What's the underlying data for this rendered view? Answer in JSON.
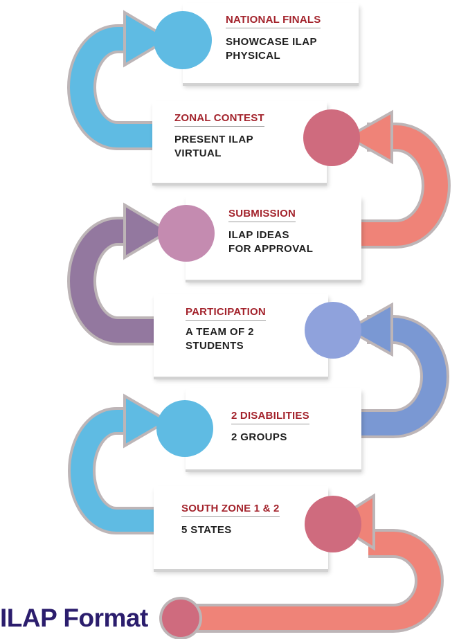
{
  "title": "ILAP Format",
  "colors": {
    "blue": "#5fbbe3",
    "rose": "#cf6b7e",
    "salmon": "#ef8378",
    "mauve": "#c48bb0",
    "purple": "#93789f",
    "periwinkle": "#8fa2dc",
    "cornflower": "#7a98d3",
    "heading": "#a3232c",
    "title": "#2b1d6d"
  },
  "stages": [
    {
      "heading": "NATIONAL FINALS",
      "lines": [
        "SHOWCASE ILAP",
        "PHYSICAL"
      ]
    },
    {
      "heading": "ZONAL CONTEST",
      "lines": [
        "PRESENT ILAP",
        "VIRTUAL"
      ]
    },
    {
      "heading": "SUBMISSION",
      "lines": [
        "ILAP IDEAS",
        "FOR APPROVAL"
      ]
    },
    {
      "heading": "PARTICIPATION",
      "lines": [
        "A TEAM OF 2",
        "STUDENTS"
      ]
    },
    {
      "heading": "2 DISABILITIES",
      "lines": [
        "2 GROUPS"
      ]
    },
    {
      "heading": "SOUTH ZONE 1 & 2",
      "lines": [
        "5 STATES"
      ]
    }
  ]
}
